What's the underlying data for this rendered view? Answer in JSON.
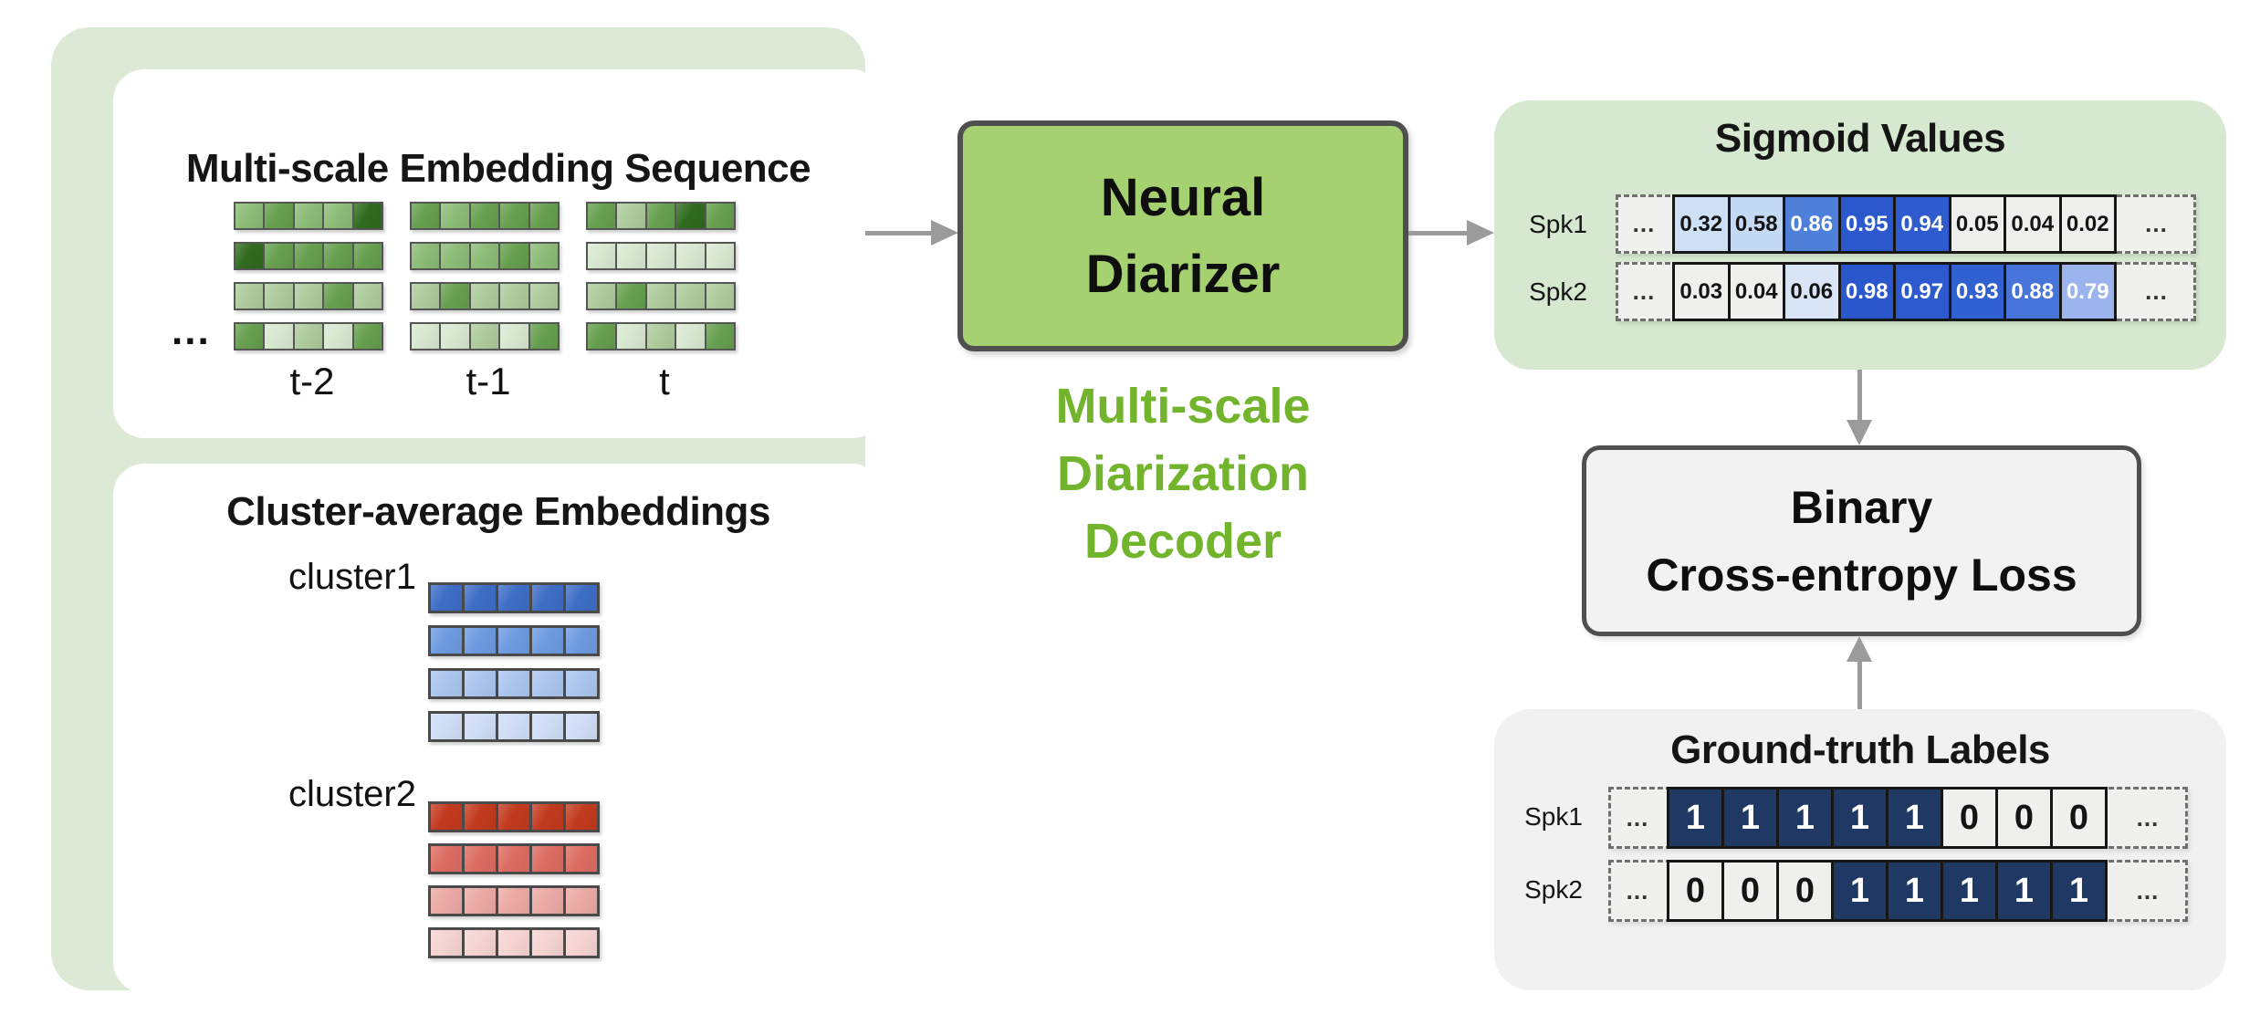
{
  "colors": {
    "left_panel_bg": "#dcead5",
    "sigmoid_panel_bg": "#d6e8d0",
    "gt_panel_bg": "#f1f1f1",
    "diarizer_fill": "#a6d171",
    "diarizer_border": "#4f4f4f",
    "bce_fill": "#f2f2f2",
    "caption_green": "#72b52d",
    "arrow_gray": "#9b9b9b",
    "navy": "#1f3864",
    "off_white_cell": "#efefed",
    "green_levels": {
      "d": "#2f6b1d",
      "m": "#669f4e",
      "ml": "#8cbc77",
      "l": "#aecb9d",
      "p": "#d8e8d0"
    }
  },
  "left": {
    "embedding_box": {
      "title": "Multi-scale Embedding Sequence",
      "ellipsis": "...",
      "time_labels": [
        "t-2",
        "t-1",
        "t"
      ],
      "groups": [
        {
          "rows": [
            [
              "ml",
              "m",
              "ml",
              "ml",
              "d"
            ],
            [
              "d",
              "m",
              "m",
              "m",
              "m"
            ],
            [
              "l",
              "l",
              "l",
              "m",
              "l"
            ],
            [
              "m",
              "p",
              "l",
              "p",
              "m"
            ]
          ]
        },
        {
          "rows": [
            [
              "m",
              "ml",
              "m",
              "m",
              "m"
            ],
            [
              "ml",
              "ml",
              "ml",
              "m",
              "ml"
            ],
            [
              "l",
              "m",
              "l",
              "l",
              "l"
            ],
            [
              "p",
              "p",
              "l",
              "p",
              "m"
            ]
          ]
        },
        {
          "rows": [
            [
              "m",
              "l",
              "m",
              "d",
              "m"
            ],
            [
              "p",
              "p",
              "p",
              "p",
              "p"
            ],
            [
              "l",
              "m",
              "l",
              "l",
              "l"
            ],
            [
              "m",
              "p",
              "l",
              "p",
              "m"
            ]
          ]
        }
      ]
    },
    "cluster_box": {
      "title": "Cluster-average Embeddings",
      "clusters": [
        {
          "label": "cluster1",
          "row_colors": [
            "#3d6dc5",
            "#6d9ae0",
            "#abc5ee",
            "#cfddf6"
          ]
        },
        {
          "label": "cluster2",
          "row_colors": [
            "#c23a1e",
            "#dc6c62",
            "#eba9a4",
            "#f5d4d2"
          ]
        }
      ]
    }
  },
  "center": {
    "diarizer_line1": "Neural",
    "diarizer_line2": "Diarizer",
    "caption_lines": [
      "Multi-scale",
      "Diarization",
      "Decoder"
    ]
  },
  "right": {
    "sigmoid": {
      "title": "Sigmoid Values",
      "ellipsis": "...",
      "rows": [
        {
          "label": "Spk1",
          "cells": [
            {
              "v": "0.32",
              "bg": "#cde0f4",
              "fg": "#141414"
            },
            {
              "v": "0.58",
              "bg": "#c4d9f3",
              "fg": "#141414"
            },
            {
              "v": "0.86",
              "bg": "#4e80d9",
              "fg": "#ffffff"
            },
            {
              "v": "0.95",
              "bg": "#2b59cd",
              "fg": "#ffffff"
            },
            {
              "v": "0.94",
              "bg": "#2e5cce",
              "fg": "#ffffff"
            },
            {
              "v": "0.05",
              "bg": "#efefed",
              "fg": "#141414"
            },
            {
              "v": "0.04",
              "bg": "#efefed",
              "fg": "#141414"
            },
            {
              "v": "0.02",
              "bg": "#efefed",
              "fg": "#141414"
            }
          ]
        },
        {
          "label": "Spk2",
          "cells": [
            {
              "v": "0.03",
              "bg": "#efefed",
              "fg": "#141414"
            },
            {
              "v": "0.04",
              "bg": "#efefed",
              "fg": "#141414"
            },
            {
              "v": "0.06",
              "bg": "#d9e4f6",
              "fg": "#141414"
            },
            {
              "v": "0.98",
              "bg": "#2a58cc",
              "fg": "#ffffff"
            },
            {
              "v": "0.97",
              "bg": "#2c5ace",
              "fg": "#ffffff"
            },
            {
              "v": "0.93",
              "bg": "#3161d1",
              "fg": "#ffffff"
            },
            {
              "v": "0.88",
              "bg": "#4674d8",
              "fg": "#ffffff"
            },
            {
              "v": "0.79",
              "bg": "#9bb4ed",
              "fg": "#ffffff"
            }
          ]
        }
      ]
    },
    "bce": {
      "line1": "Binary",
      "line2": "Cross-entropy Loss"
    },
    "gt": {
      "title": "Ground-truth Labels",
      "ellipsis": "...",
      "rows": [
        {
          "label": "Spk1",
          "cells": [
            {
              "v": "1",
              "bg": "#1f3864",
              "fg": "#ffffff"
            },
            {
              "v": "1",
              "bg": "#1f3864",
              "fg": "#ffffff"
            },
            {
              "v": "1",
              "bg": "#1f3864",
              "fg": "#ffffff"
            },
            {
              "v": "1",
              "bg": "#1f3864",
              "fg": "#ffffff"
            },
            {
              "v": "1",
              "bg": "#1f3864",
              "fg": "#ffffff"
            },
            {
              "v": "0",
              "bg": "#efefed",
              "fg": "#141414"
            },
            {
              "v": "0",
              "bg": "#efefed",
              "fg": "#141414"
            },
            {
              "v": "0",
              "bg": "#efefed",
              "fg": "#141414"
            }
          ]
        },
        {
          "label": "Spk2",
          "cells": [
            {
              "v": "0",
              "bg": "#efefed",
              "fg": "#141414"
            },
            {
              "v": "0",
              "bg": "#efefed",
              "fg": "#141414"
            },
            {
              "v": "0",
              "bg": "#efefed",
              "fg": "#141414"
            },
            {
              "v": "1",
              "bg": "#1f3864",
              "fg": "#ffffff"
            },
            {
              "v": "1",
              "bg": "#1f3864",
              "fg": "#ffffff"
            },
            {
              "v": "1",
              "bg": "#1f3864",
              "fg": "#ffffff"
            },
            {
              "v": "1",
              "bg": "#1f3864",
              "fg": "#ffffff"
            },
            {
              "v": "1",
              "bg": "#1f3864",
              "fg": "#ffffff"
            }
          ]
        }
      ]
    }
  }
}
